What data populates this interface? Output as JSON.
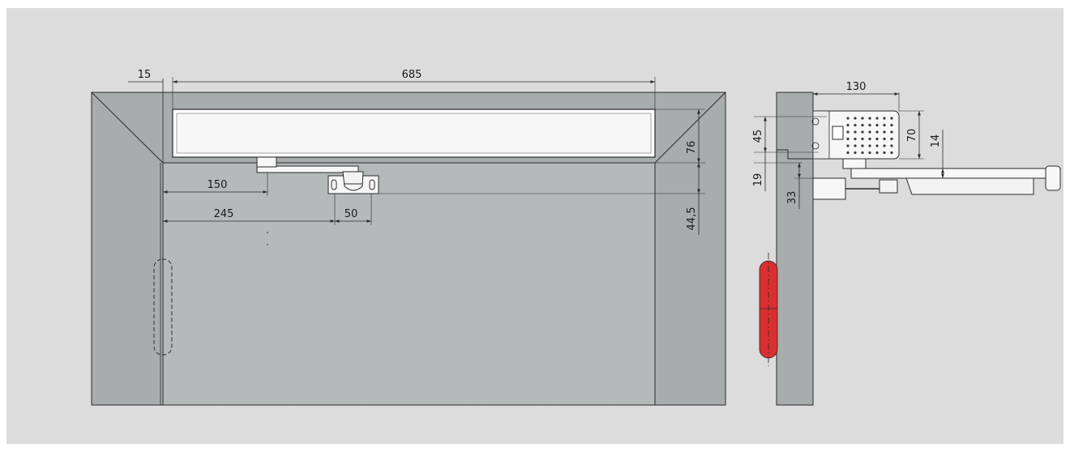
{
  "colors": {
    "background": "#dcdcdc",
    "wall": "#a9acad",
    "door": "#b6b9ba",
    "closer_body": "#f7f7f7",
    "line": "#2a2a2a",
    "hinge_red": "#d92f2f"
  },
  "dimensions": {
    "d15": "15",
    "d685": "685",
    "d150": "150",
    "d245": "245",
    "d50": "50",
    "d76": "76",
    "d44_5": "44,5",
    "d130": "130",
    "d45": "45",
    "d70": "70",
    "d14": "14",
    "d19": "19",
    "d33": "33"
  }
}
